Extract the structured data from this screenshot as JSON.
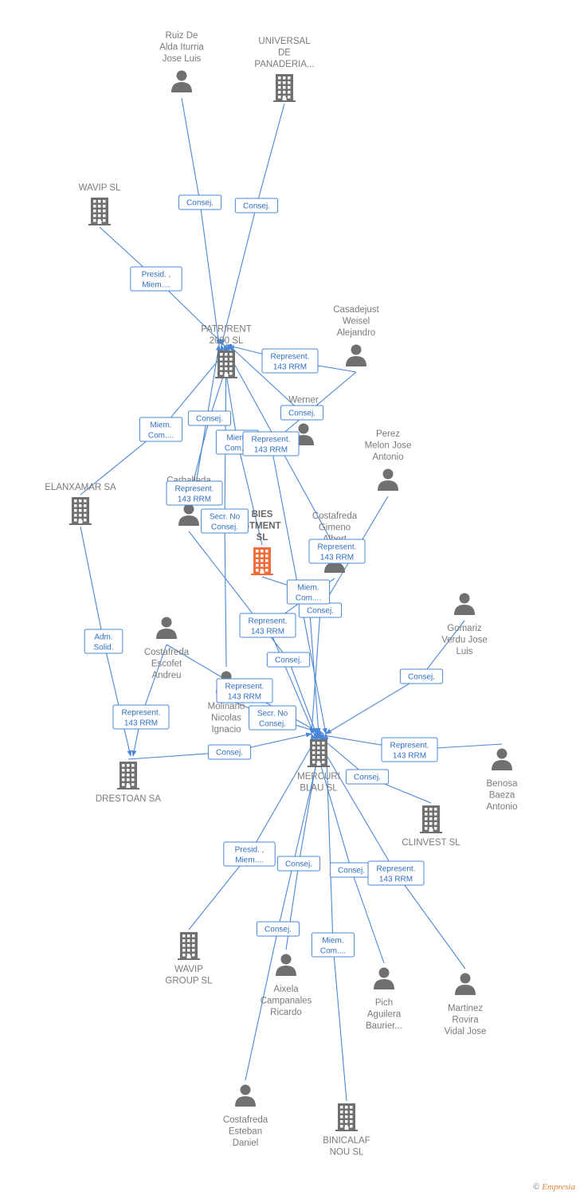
{
  "colors": {
    "edge": "#4a87d6",
    "edge_text": "#2f6fc4",
    "node_gray": "#707070",
    "focus_orange": "#f26b3a",
    "label": "#7a7a7a"
  },
  "nodes": [
    {
      "id": "ruiz",
      "type": "person",
      "icon": "person-icon",
      "label": [
        "Ruiz De",
        "Alda Iturria",
        "Jose Luis"
      ]
    },
    {
      "id": "universal",
      "type": "company",
      "icon": "building-icon",
      "label": [
        "UNIVERSAL",
        "DE",
        "PANADERIA..."
      ]
    },
    {
      "id": "wavip",
      "type": "company",
      "icon": "building-icon",
      "label": [
        "WAVIP SL"
      ]
    },
    {
      "id": "patrirent",
      "type": "company",
      "icon": "building-icon",
      "label": [
        "PATRIRENT",
        "2000 SL"
      ]
    },
    {
      "id": "casadejust",
      "type": "person",
      "icon": "person-icon",
      "label": [
        "Casadejust",
        "Weisel",
        "Alejandro"
      ]
    },
    {
      "id": "werner",
      "type": "person",
      "icon": "person-icon",
      "label": [
        "Werner",
        "Knuth"
      ]
    },
    {
      "id": "perez",
      "type": "person",
      "icon": "person-icon",
      "label": [
        "Perez",
        "Melon Jose",
        "Antonio"
      ]
    },
    {
      "id": "elanxamar",
      "type": "company",
      "icon": "building-icon",
      "label": [
        "ELANXAMAR SA"
      ]
    },
    {
      "id": "carballeda",
      "type": "person",
      "icon": "person-icon",
      "label": [
        "Carballeda",
        "G..."
      ]
    },
    {
      "id": "bies",
      "type": "company",
      "focus": true,
      "icon": "building-icon",
      "label": [
        "BIES",
        "STMENT",
        "SL"
      ]
    },
    {
      "id": "costafreda_gimeno",
      "type": "person",
      "icon": "person-icon",
      "label": [
        "Costafreda",
        "Gimeno",
        "Albert"
      ]
    },
    {
      "id": "gomariz",
      "type": "person",
      "icon": "person-icon",
      "label": [
        "Gomariz",
        "Verdu Jose",
        "Luis"
      ]
    },
    {
      "id": "costafreda_escofet",
      "type": "person",
      "icon": "person-icon",
      "label": [
        "Costafreda",
        "Escofet",
        "Andreu"
      ]
    },
    {
      "id": "molinario",
      "type": "person",
      "icon": "person-icon",
      "label": [
        "Molinario",
        "Nicolas",
        "Ignacio"
      ]
    },
    {
      "id": "drestoan",
      "type": "company",
      "icon": "building-icon",
      "label": [
        "DRESTOAN SA"
      ]
    },
    {
      "id": "mercuri",
      "type": "company",
      "icon": "building-icon",
      "label": [
        "MERCURI",
        "BLAU SL"
      ]
    },
    {
      "id": "benosa",
      "type": "person",
      "icon": "person-icon",
      "label": [
        "Benosa",
        "Baeza",
        "Antonio"
      ]
    },
    {
      "id": "clinvest",
      "type": "company",
      "icon": "building-icon",
      "label": [
        "CLINVEST SL"
      ]
    },
    {
      "id": "wavip_group",
      "type": "company",
      "icon": "building-icon",
      "label": [
        "WAVIP",
        "GROUP SL"
      ]
    },
    {
      "id": "aixela",
      "type": "person",
      "icon": "person-icon",
      "label": [
        "Aixela",
        "Campanales",
        "Ricardo"
      ]
    },
    {
      "id": "pich",
      "type": "person",
      "icon": "person-icon",
      "label": [
        "Pich",
        "Aguilera",
        "Baurier..."
      ]
    },
    {
      "id": "martinez",
      "type": "person",
      "icon": "person-icon",
      "label": [
        "Martinez",
        "Rovira",
        "Vidal Jose"
      ]
    },
    {
      "id": "costafreda_esteban",
      "type": "person",
      "icon": "person-icon",
      "label": [
        "Costafreda",
        "Esteban",
        "Daniel"
      ]
    },
    {
      "id": "binicalaf",
      "type": "company",
      "icon": "building-icon",
      "label": [
        "BINICALAF",
        "NOU SL"
      ]
    }
  ],
  "edges": [
    {
      "from": "ruiz",
      "to": "patrirent",
      "label": [
        "Consej."
      ]
    },
    {
      "from": "universal",
      "to": "patrirent",
      "label": [
        "Consej."
      ]
    },
    {
      "from": "wavip",
      "to": "patrirent",
      "label": [
        "Presid. ,",
        "Miem...."
      ]
    },
    {
      "from": "casadejust",
      "to": "patrirent",
      "label": [
        "Represent.",
        "143 RRM"
      ]
    },
    {
      "from": "werner",
      "to": "patrirent",
      "label": [
        "Consej."
      ]
    },
    {
      "from": "elanxamar",
      "to": "patrirent",
      "label": [
        "Miem.",
        "Com...."
      ]
    },
    {
      "from": "carballeda",
      "to": "patrirent",
      "label": [
        "Consej."
      ]
    },
    {
      "from": "carballeda",
      "to": "patrirent",
      "label": [
        "Represent.",
        "143 RRM"
      ]
    },
    {
      "from": "bies",
      "to": "patrirent",
      "label": [
        "Miem.",
        "Com...."
      ]
    },
    {
      "from": "costafreda_gimeno",
      "to": "patrirent",
      "label": [
        "Represent.",
        "143 RRM"
      ]
    },
    {
      "from": "molinario",
      "to": "patrirent",
      "label": [
        "Secr. No",
        "Consej."
      ]
    },
    {
      "from": "elanxamar",
      "to": "drestoan",
      "label": [
        "Adm.",
        "Solid."
      ]
    },
    {
      "from": "costafreda_escofet",
      "to": "drestoan",
      "label": [
        "Represent.",
        "143 RRM"
      ]
    },
    {
      "from": "casadejust",
      "to": "mercuri",
      "label": [
        "Represent.",
        "143 RRM"
      ]
    },
    {
      "from": "perez",
      "to": "mercuri",
      "label": [
        "Consej."
      ]
    },
    {
      "from": "costafreda_gimeno",
      "to": "mercuri",
      "label": [
        "Represent.",
        "143 RRM"
      ]
    },
    {
      "from": "carballeda",
      "to": "mercuri",
      "label": [
        "Consej."
      ]
    },
    {
      "from": "bies",
      "to": "mercuri",
      "label": [
        "Miem.",
        "Com...."
      ]
    },
    {
      "from": "costafreda_escofet",
      "to": "mercuri",
      "label": [
        "Represent.",
        "143 RRM"
      ]
    },
    {
      "from": "molinario",
      "to": "mercuri",
      "label": [
        "Secr. No",
        "Consej."
      ]
    },
    {
      "from": "gomariz",
      "to": "mercuri",
      "label": [
        "Consej."
      ]
    },
    {
      "from": "drestoan",
      "to": "mercuri",
      "label": [
        "Consej."
      ]
    },
    {
      "from": "benosa",
      "to": "mercuri",
      "label": [
        "Represent.",
        "143 RRM"
      ]
    },
    {
      "from": "clinvest",
      "to": "mercuri",
      "label": [
        "Consej."
      ]
    },
    {
      "from": "wavip_group",
      "to": "mercuri",
      "label": [
        "Presid. ,",
        "Miem...."
      ]
    },
    {
      "from": "aixela",
      "to": "mercuri",
      "label": [
        "Consej."
      ]
    },
    {
      "from": "costafreda_esteban",
      "to": "mercuri",
      "label": [
        "Consej."
      ]
    },
    {
      "from": "binicalaf",
      "to": "mercuri",
      "label": [
        "Miem.",
        "Com...."
      ]
    },
    {
      "from": "pich",
      "to": "mercuri",
      "label": [
        "Consej."
      ]
    },
    {
      "from": "martinez",
      "to": "mercuri",
      "label": [
        "Represent.",
        "143 RRM"
      ]
    }
  ],
  "footer": {
    "copyright": "©",
    "brand": "Empresia"
  }
}
